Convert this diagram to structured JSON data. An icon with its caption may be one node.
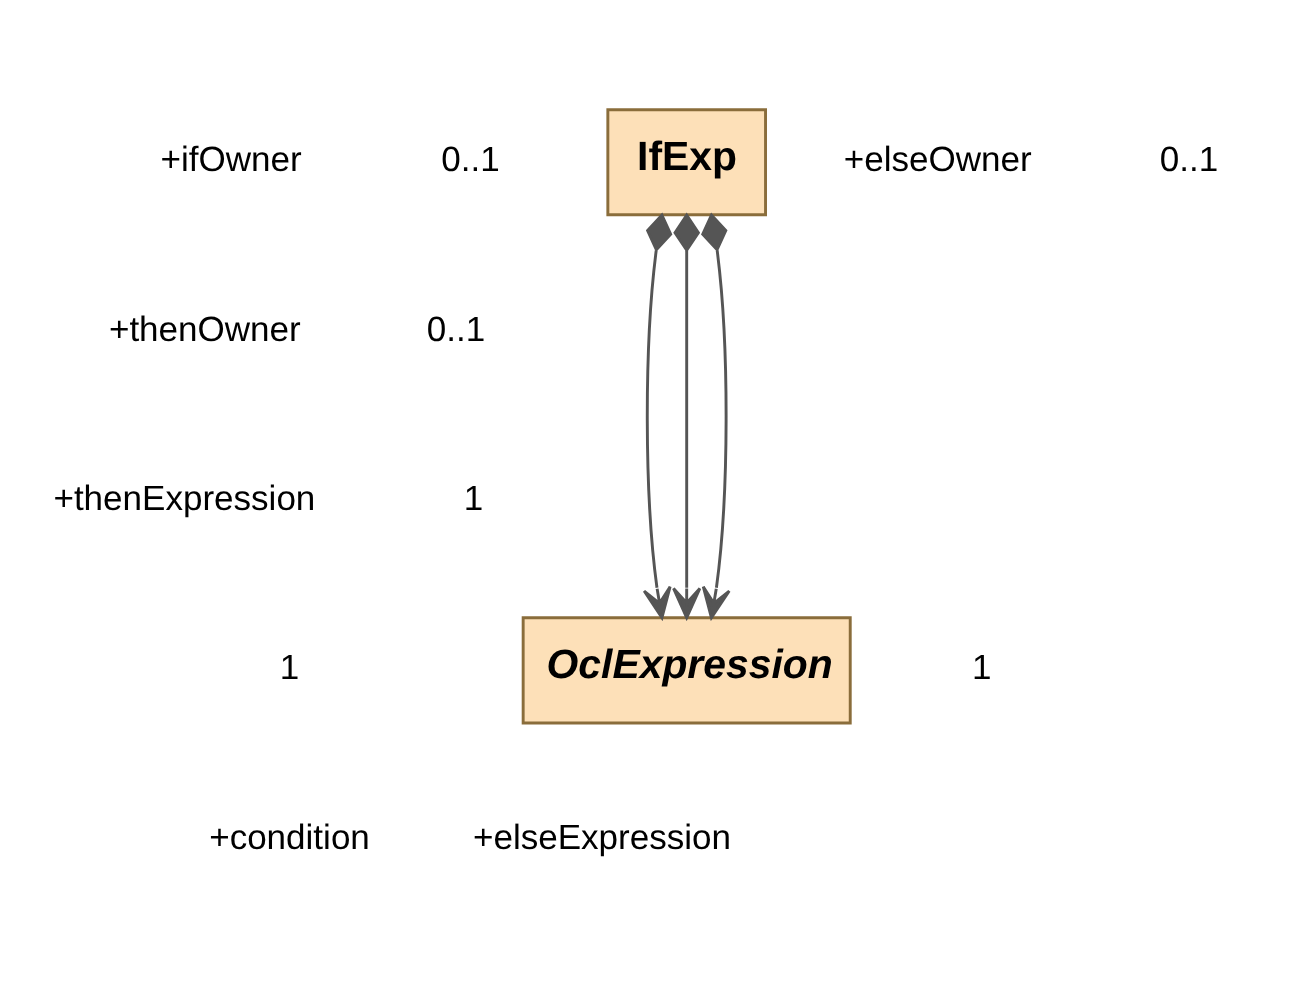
{
  "diagram": {
    "nodes": [
      {
        "text": [
          "IfExp"
        ]
      },
      {
        "text": [
          "OclExpression"
        ]
      }
    ],
    "edges": [
      {
        "from": 0,
        "to": 1,
        "arrow": "to"
      },
      {
        "from": 0,
        "to": 1,
        "arrow": "to"
      },
      {
        "from": 0,
        "to": 1,
        "arrow": "to"
      }
    ],
    "labels": [
      "+ifOwner",
      "0..1",
      "+elseOwner",
      "0..1",
      "+thenOwner",
      "0..1",
      "+thenExpression",
      "1",
      "1",
      "1",
      "+condition",
      "+elseExpression"
    ]
  }
}
